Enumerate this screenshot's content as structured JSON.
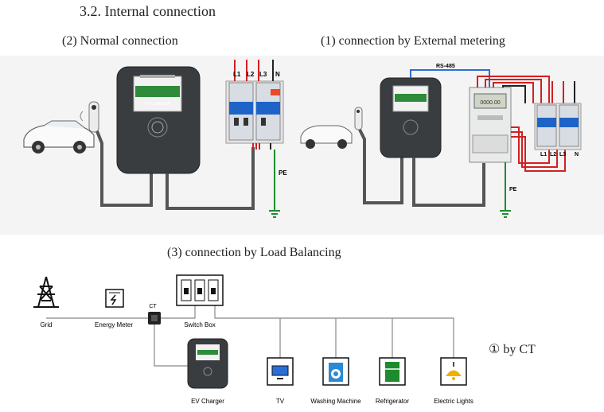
{
  "section_title": "3.2. Internal connection",
  "normal": {
    "caption": "(2)  Normal connection",
    "breaker_labels": [
      "L1",
      "L2",
      "L3",
      "N"
    ],
    "pe_label": "PE",
    "charger_screen_text": "EV CHARGER"
  },
  "external": {
    "caption": "(1)  connection by External metering",
    "rs485_label": "RS-485",
    "breaker_labels": [
      "L1",
      "L2",
      "L3",
      "N"
    ],
    "pe_label": "PE",
    "meter_display": "0000.00"
  },
  "load_balancing": {
    "caption": "(3)  connection by Load Balancing",
    "ct_label": "CT",
    "grid_label": "Grid",
    "meter_label": "Energy Meter",
    "switch_label": "Switch Box",
    "charger_label": "EV Charger",
    "appliances": [
      "TV",
      "Washing Machine",
      "Refrigerator",
      "Electric Lights"
    ],
    "by_ct_note": "① by CT"
  },
  "colors": {
    "line_red": "#d32020",
    "line_black": "#222222",
    "line_green": "#1e8c2e",
    "line_blue": "#2a6fd6",
    "charger_body": "#3a3d40",
    "breaker_blue": "#1d63c8"
  }
}
